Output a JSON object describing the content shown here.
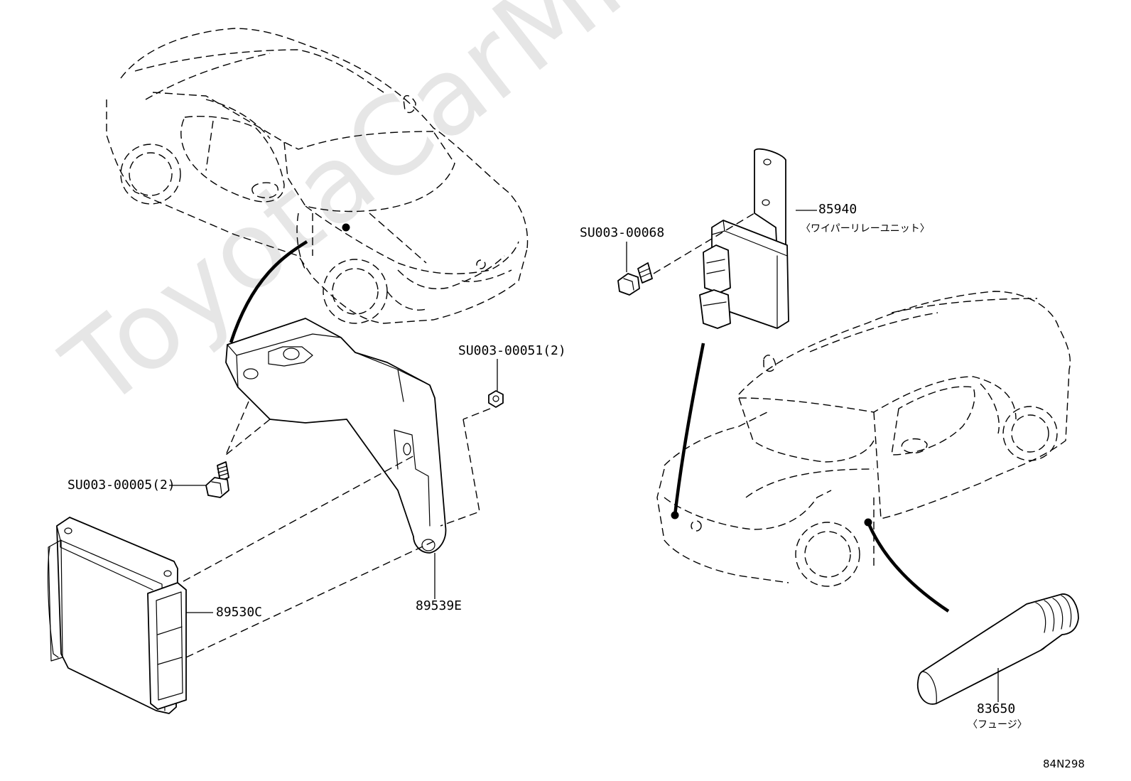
{
  "watermark": "ToyotaCarMire.ru",
  "diagram_code": "84N298",
  "parts": {
    "wiper_relay": {
      "number": "85940",
      "note": "〈ワイパーリレーユニット〉"
    },
    "relay_bolt": {
      "number": "SU003-00068"
    },
    "bracket_nut": {
      "number": "SU003-00051(2)"
    },
    "bracket_bolt": {
      "number": "SU003-00005(2)"
    },
    "ecu": {
      "number": "89530C"
    },
    "bracket": {
      "number": "89539E"
    },
    "fuse": {
      "number": "83650",
      "note": "〈フュージ〉"
    }
  }
}
